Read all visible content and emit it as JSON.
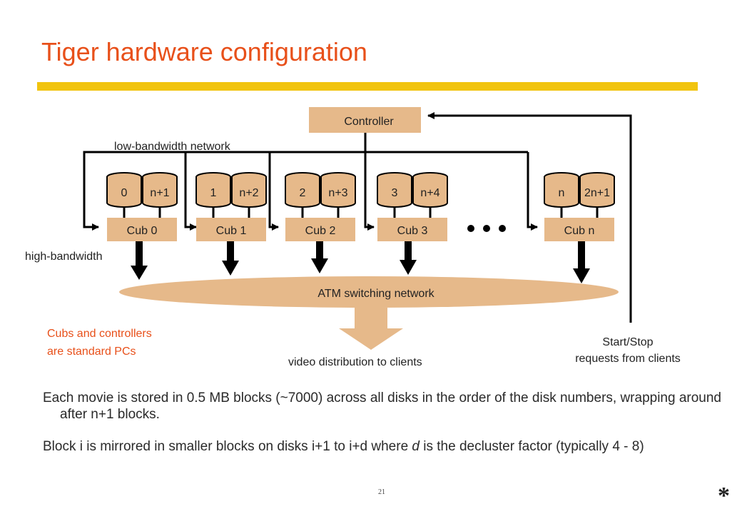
{
  "title": "Tiger hardware configuration",
  "diagram": {
    "controller": "Controller",
    "low_bandwidth_label": "low-bandwidth network",
    "high_bandwidth_label": "high-bandwidth",
    "atm_label": "ATM switching network",
    "cubs_note_line1": "Cubs and controllers",
    "cubs_note_line2": "are standard PCs",
    "video_label": "video distribution to clients",
    "start_stop_line1": "Start/Stop",
    "start_stop_line2": "requests from clients",
    "ellipsis": "• • •",
    "cubs": [
      {
        "label": "Cub 0",
        "disks": [
          "0",
          "n+1"
        ]
      },
      {
        "label": "Cub 1",
        "disks": [
          "1",
          "n+2"
        ]
      },
      {
        "label": "Cub 2",
        "disks": [
          "2",
          "n+3"
        ]
      },
      {
        "label": "Cub 3",
        "disks": [
          "3",
          "n+4"
        ]
      },
      {
        "label": "Cub n",
        "disks": [
          "n",
          "2n+1"
        ]
      }
    ],
    "colors": {
      "box": "#e6b98a",
      "atm": "#e6b98a",
      "title": "#e8501a",
      "bar": "#f1c40f"
    }
  },
  "body": {
    "para1": "Each movie is stored in 0.5 MB blocks (~7000) across all disks in the order of the disk numbers, wrapping around after n+1 blocks.",
    "para2_before": "Block i is mirrored in smaller blocks on disks i+1 to i+d where ",
    "para2_italic": "d",
    "para2_after": " is the decluster factor (typically 4 - 8)"
  },
  "footer": {
    "page_number": "21",
    "asterisk": "*"
  }
}
